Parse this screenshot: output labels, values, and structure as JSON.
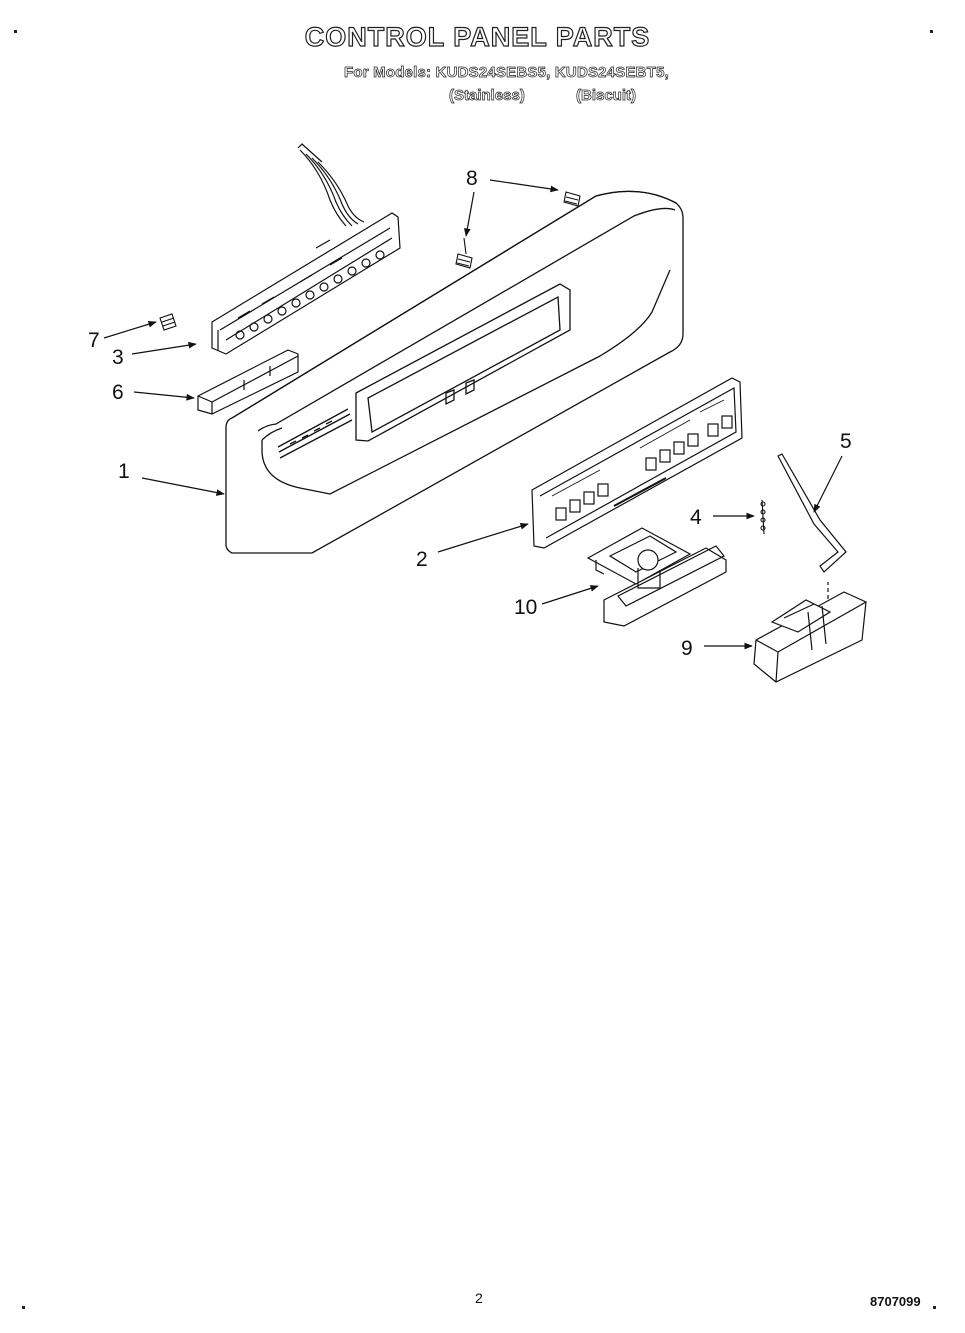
{
  "header": {
    "title": "CONTROL PANEL PARTS",
    "models_line": "For Models: KUDS24SEBS5, KUDS24SEBT5,",
    "finish_1": "(Stainless)",
    "finish_2": "(Biscuit)"
  },
  "callouts": [
    "1",
    "2",
    "3",
    "4",
    "5",
    "6",
    "7",
    "8",
    "9",
    "10"
  ],
  "footer": {
    "page_number": "2",
    "doc_code": "8707099"
  }
}
